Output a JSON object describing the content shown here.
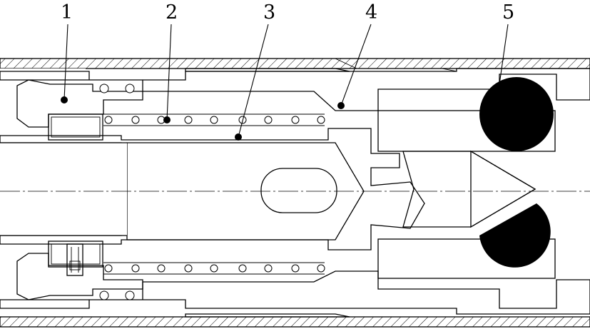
{
  "callouts": [
    {
      "id": "1",
      "label": "1"
    },
    {
      "id": "2",
      "label": "2"
    },
    {
      "id": "3",
      "label": "3"
    },
    {
      "id": "4",
      "label": "4"
    },
    {
      "id": "5",
      "label": "5"
    }
  ],
  "colors": {
    "stroke": "#000000",
    "background": "#ffffff",
    "ball": "#000000"
  }
}
